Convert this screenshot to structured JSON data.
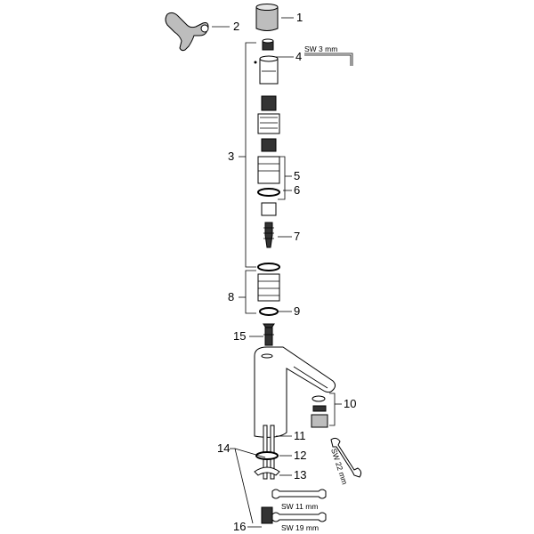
{
  "callouts": {
    "p1": "1",
    "p2": "2",
    "p3": "3",
    "p4": "4",
    "p5": "5",
    "p6": "6",
    "p7": "7",
    "p8": "8",
    "p9": "9",
    "p10": "10",
    "p11": "11",
    "p12": "12",
    "p13": "13",
    "p14": "14",
    "p15": "15",
    "p16": "16"
  },
  "tools": {
    "hex_key": "SW 3 mm",
    "wrench_22": "SW 22 mm",
    "wrench_11": "SW 11 mm",
    "wrench_19": "SW 19 mm"
  }
}
